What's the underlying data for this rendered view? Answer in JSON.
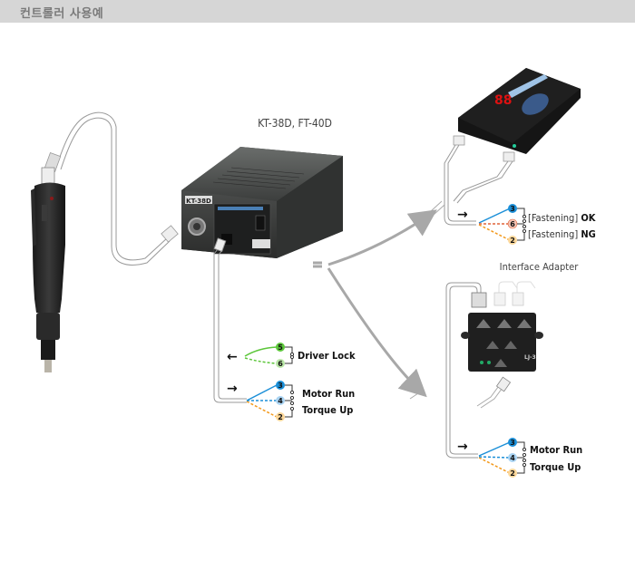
{
  "header": {
    "title": "컨트롤러 사용예"
  },
  "devices": {
    "controller_label": "KT-38D, FT-40D",
    "controller_badge": "KT-38D",
    "monitor_display": "88",
    "adapter_label": "Interface Adapter",
    "adapter_badge": "LJ-3"
  },
  "wiring": {
    "controller_io": {
      "outputs": [
        {
          "pin": "5",
          "color": "#5cc63a",
          "style": "solid"
        },
        {
          "pin": "6",
          "color": "#5cc63a",
          "style": "dashed"
        }
      ],
      "output_label": "Driver Lock",
      "inputs": [
        {
          "pin": "3",
          "color": "#1b8fd8",
          "style": "solid"
        },
        {
          "pin": "4",
          "color": "#1b8fd8",
          "style": "dashed"
        },
        {
          "pin": "2",
          "color": "#f39a1e",
          "style": "dashed"
        }
      ],
      "input_labels": [
        "Motor Run",
        "Torque Up"
      ]
    },
    "monitor_io": {
      "pins": [
        {
          "pin": "3",
          "color": "#1b8fd8",
          "style": "solid"
        },
        {
          "pin": "6",
          "color": "#e0643a",
          "style": "dashed"
        },
        {
          "pin": "2",
          "color": "#f39a1e",
          "style": "dashed"
        }
      ],
      "labels": [
        {
          "prefix": "[Fastening]",
          "status": "OK"
        },
        {
          "prefix": "[Fastening]",
          "status": "NG"
        }
      ]
    },
    "adapter_io": {
      "pins": [
        {
          "pin": "3",
          "color": "#1b8fd8",
          "style": "solid"
        },
        {
          "pin": "4",
          "color": "#1b8fd8",
          "style": "dashed"
        },
        {
          "pin": "2",
          "color": "#f39a1e",
          "style": "dashed"
        }
      ],
      "labels": [
        "Motor Run",
        "Torque Up"
      ]
    }
  },
  "arrows": {
    "left": "←",
    "right": "→"
  }
}
